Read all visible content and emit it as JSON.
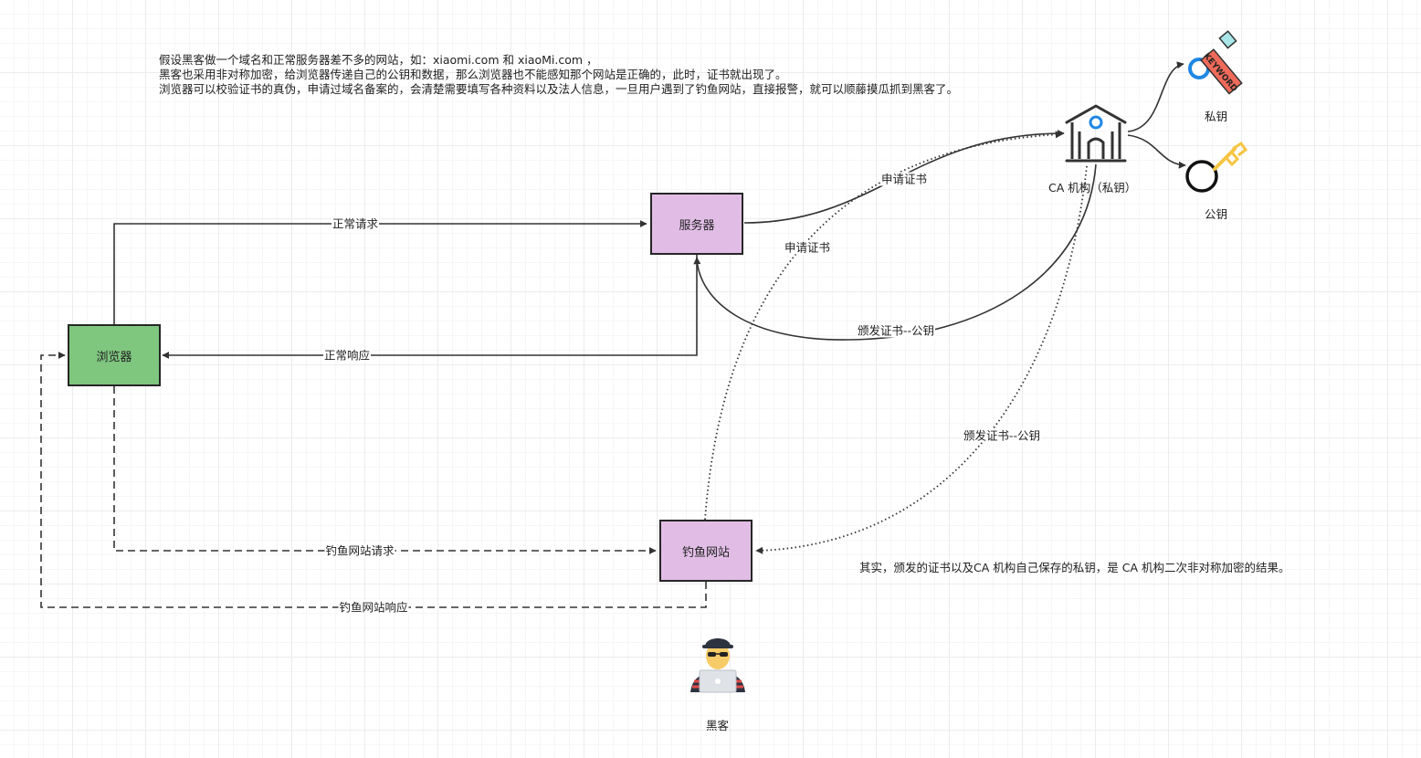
{
  "intro": {
    "line1": "假设黑客做一个域名和正常服务器差不多的网站，如：xiaomi.com 和 xiaoMi.com ，",
    "line2": "黑客也采用非对称加密，给浏览器传递自己的公钥和数据，那么浏览器也不能感知那个网站是正确的，此时，证书就出现了。",
    "line3": "浏览器可以校验证书的真伪，申请过域名备案的，会清楚需要填写各种资料以及法人信息，一旦用户遇到了钓鱼网站，直接报警，就可以顺藤摸瓜抓到黑客了。"
  },
  "nodes": {
    "browser": "浏览器",
    "server": "服务器",
    "phishing_site": "钓鱼网站",
    "ca": "CA 机构（私钥）",
    "private_key": "私钥",
    "public_key": "公钥",
    "hacker": "黑客",
    "key_tag_text": "KEYWORD"
  },
  "edges": {
    "normal_request": "正常请求",
    "normal_response": "正常响应",
    "server_apply_cert": "申请证书",
    "ca_issue_cert_server": "颁发证书--公钥",
    "phish_apply_cert": "申请证书",
    "ca_issue_cert_phish": "颁发证书--公钥",
    "phish_request": "钓鱼网站请求",
    "phish_response": "钓鱼网站响应"
  },
  "note": "其实，颁发的证书以及CA 机构自己保存的私钥，是 CA 机构二次非对称加密的结果。",
  "colors": {
    "browser_fill": "#7fc67f",
    "site_fill": "#e1bde6",
    "edge": "#333333",
    "key_blue": "#1e88e5",
    "key_tag_red": "#f06a5a",
    "key_teal": "#a8e6e8",
    "public_key_yellow": "#f5c542"
  }
}
